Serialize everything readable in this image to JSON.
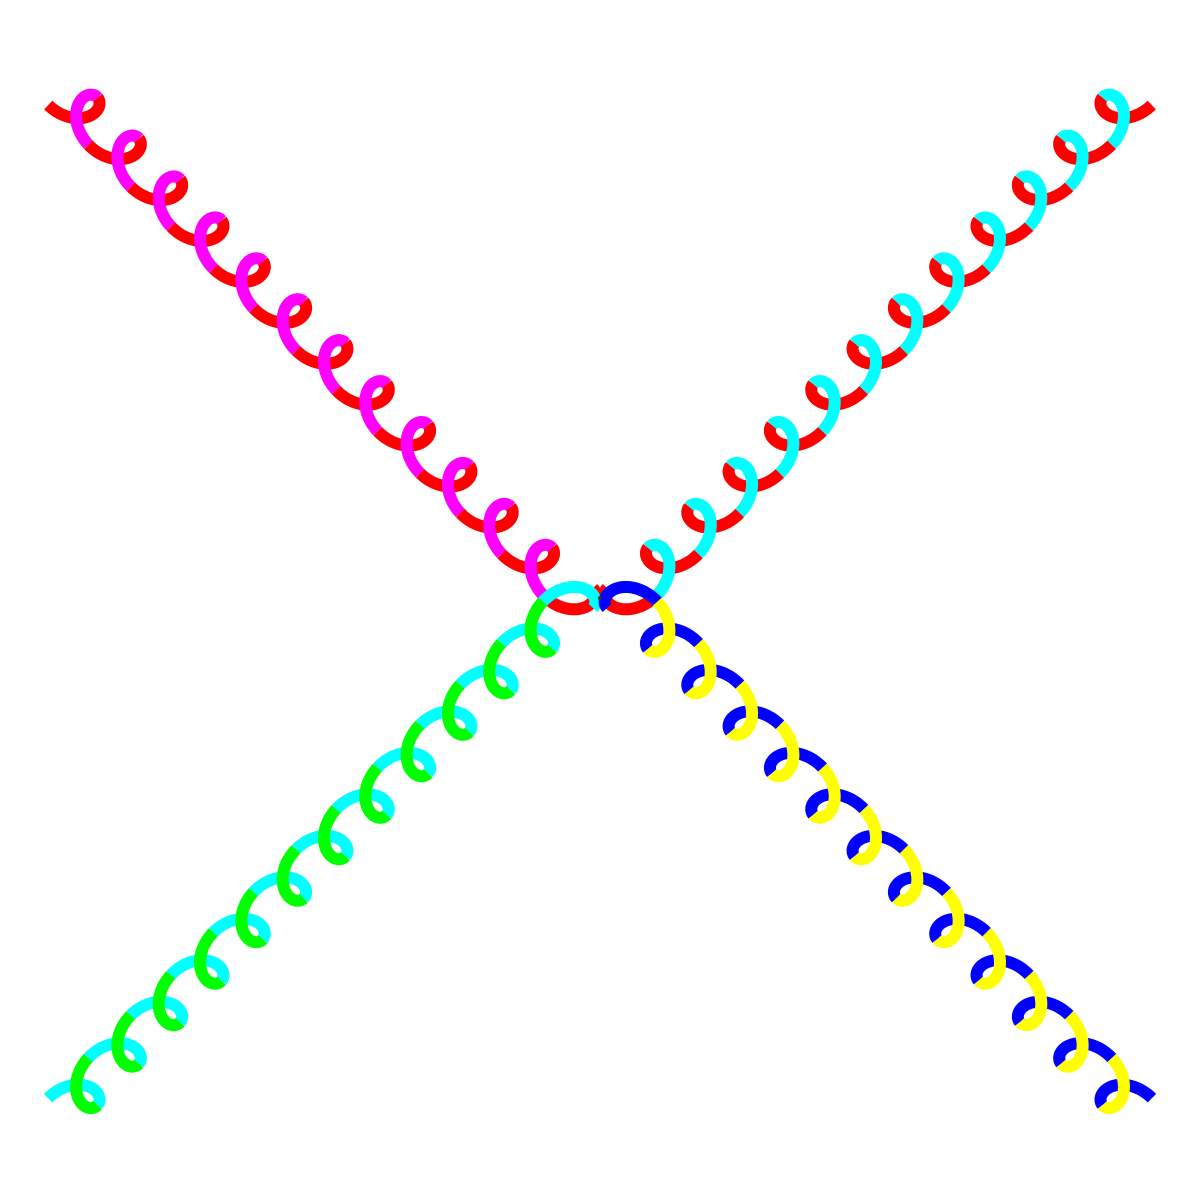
{
  "figure": {
    "description_visible_text": "",
    "background": "#ffffff",
    "vertex": {
      "name": "four-gluon-vertex"
    },
    "lines": [
      {
        "name": "gluon-line-top-left",
        "type": "gluon-coil",
        "colors": {
          "front": "#ff00ff",
          "back": "#ff0000"
        }
      },
      {
        "name": "gluon-line-top-right",
        "type": "gluon-coil",
        "colors": {
          "front": "#00ffff",
          "back": "#ff0000"
        }
      },
      {
        "name": "gluon-line-bottom-left",
        "type": "gluon-coil",
        "colors": {
          "front": "#00ff00",
          "back": "#00ffff"
        }
      },
      {
        "name": "gluon-line-bottom-right",
        "type": "gluon-coil",
        "colors": {
          "front": "#ffff00",
          "back": "#0000ff"
        }
      }
    ]
  }
}
